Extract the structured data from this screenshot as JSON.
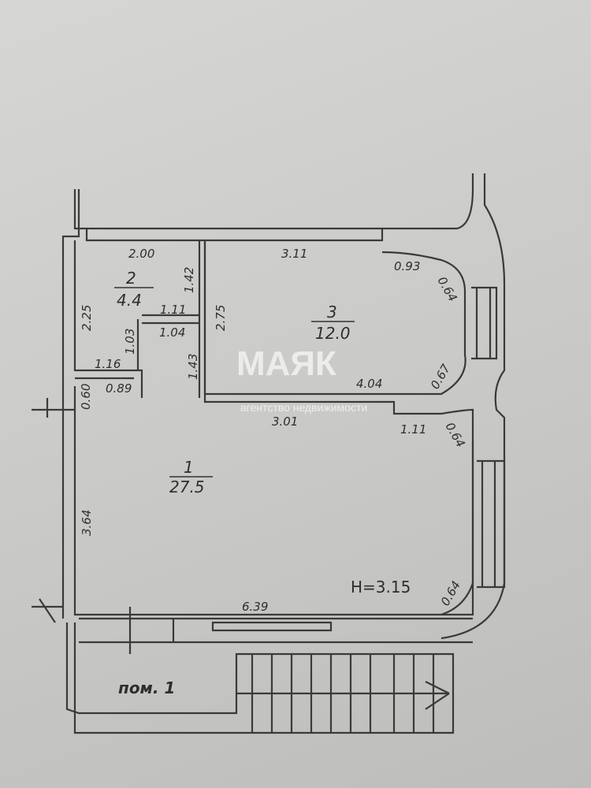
{
  "rooms": [
    {
      "number": "1",
      "area": "27.5"
    },
    {
      "number": "2",
      "area": "4.4"
    },
    {
      "number": "3",
      "area": "12.0"
    }
  ],
  "dimensions": {
    "d_200": "2.00",
    "d_311": "3.11",
    "d_093": "0.93",
    "d_064a": "0.64",
    "d_142": "1.42",
    "d_225": "2.25",
    "d_111a": "1.11",
    "d_104": "1.04",
    "d_103": "1.03",
    "d_275": "2.75",
    "d_143": "1.43",
    "d_116": "1.16",
    "d_089": "0.89",
    "d_060": "0.60",
    "d_404": "4.04",
    "d_067": "0.67",
    "d_301": "3.01",
    "d_111b": "1.11",
    "d_064b": "0.64",
    "d_364": "3.64",
    "d_639": "6.39",
    "d_064c": "0.64"
  },
  "height_label": "H=3.15",
  "premises_label": "пом. 1",
  "watermark": {
    "brand": "МАЯК",
    "tagline": "агентство недвижимости"
  }
}
